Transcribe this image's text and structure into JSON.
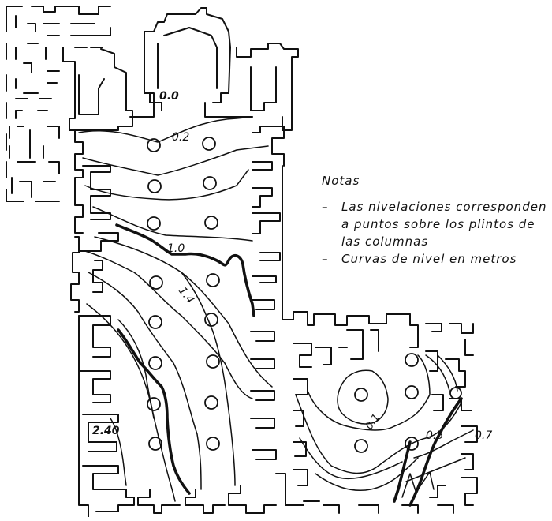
{
  "notes": {
    "title": "Notas",
    "items": [
      {
        "bullet": "–",
        "text": "Las nivelaciones corresponden a puntos sobre los plintos de las columnas"
      },
      {
        "bullet": "–",
        "text": "Curvas de nivel en metros"
      }
    ]
  },
  "contour_labels": {
    "c00": "0.0",
    "c02": "0.2",
    "c10": "1.0",
    "c14": "1.4",
    "c240": "2.40",
    "c01": "0.1",
    "c05": "0.5",
    "c07": "0.7"
  },
  "colors": {
    "ink": "#111111",
    "paper": "#ffffff"
  }
}
